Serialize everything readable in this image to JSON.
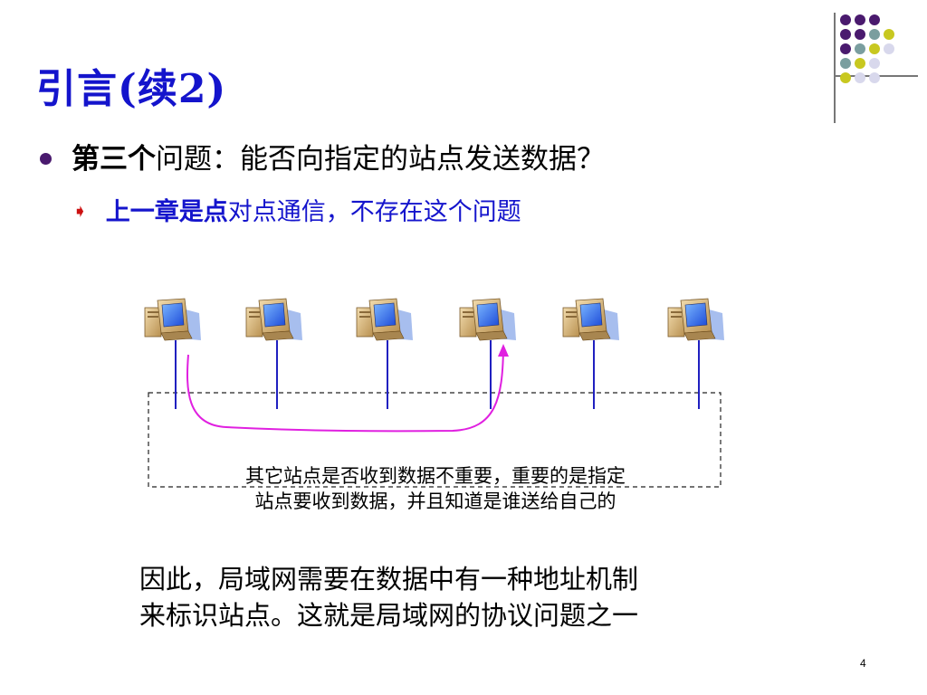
{
  "slide": {
    "title": "引言(续2)",
    "bullet1": {
      "bold": "第三个",
      "rest": "问题：能否向指定的站点发送数据？"
    },
    "bullet2": {
      "bold": "上一章是点",
      "rest": "对点通信，不存在这个问题"
    },
    "caption": {
      "line1": "其它站点是否收到数据不重要，重要的是指定",
      "line2": "站点要收到数据，并且知道是谁送给自己的"
    },
    "conclusion": {
      "line1": "因此，局域网需要在数据中有一种地址机制",
      "line2": "来标识站点。这就是局域网的协议问题之一"
    },
    "page_number": "4"
  },
  "diagram": {
    "computer_icon": "desktop-computer-icon",
    "station_count": 6,
    "path_from_station": 1,
    "path_to_station": 4
  },
  "colors": {
    "title": "#1414cc",
    "bullet_dot": "#4a1a6e",
    "arrow": "#cc1111",
    "bus_line": "#2020c0",
    "path": "#e020e0",
    "dot_purple": "#4a1a6e",
    "dot_teal": "#7a9e9f",
    "dot_olive": "#c8c820",
    "dot_lavender": "#d8d8ec"
  }
}
